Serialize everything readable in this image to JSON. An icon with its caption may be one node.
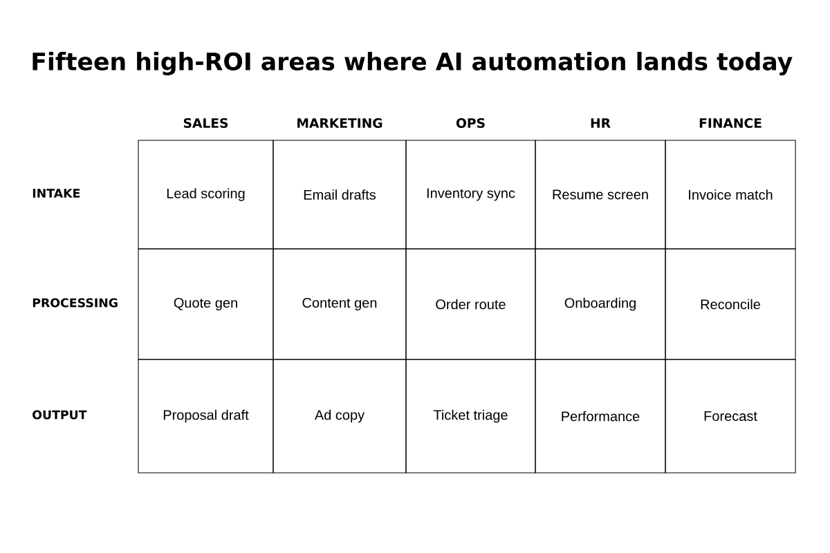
{
  "diagram": {
    "title": "Fifteen high-ROI areas where AI automation lands today",
    "labels": [
      "SALES",
      "MARKETING",
      "OPS",
      "HR",
      "FINANCE",
      "INTAKE",
      "Lead scoring",
      "Email drafts",
      "Inventory sync",
      "Resume screen",
      "Invoice match",
      "PROCESSING",
      "Quote gen",
      "Content gen",
      "Order route",
      "Onboarding",
      "Reconcile",
      "OUTPUT",
      "Proposal draft",
      "Ad copy",
      "Ticket triage",
      "Performance",
      "Forecast"
    ]
  }
}
